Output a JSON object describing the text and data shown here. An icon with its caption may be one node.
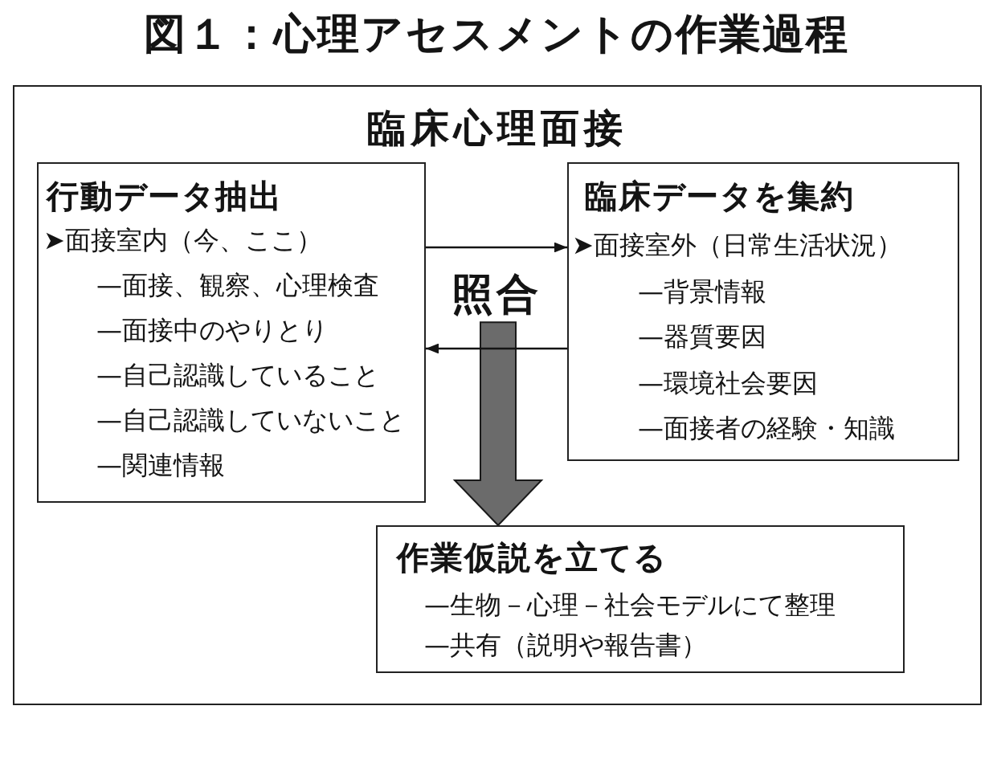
{
  "diagram": {
    "title": "図１：心理アセスメントの作業過程",
    "nodes": [
      {
        "text": [
          "臨床心理面接"
        ]
      },
      {
        "text": [
          "行動データ抽出",
          "➤面接室内（今、ここ）",
          "—面接、観察、心理検査",
          "—面接中のやりとり",
          "—自己認識していること",
          "—自己認識していないこと",
          "—関連情報"
        ],
        "in": 0
      },
      {
        "text": [
          "照合"
        ],
        "in": 0
      },
      {
        "text": [
          "臨床データを集約",
          "➤面接室外（日常生活状況）",
          "—背景情報",
          "—器質要因",
          "—環境社会要因",
          "—面接者の経験・知識"
        ],
        "in": 0
      },
      {
        "text": [
          "作業仮説を立てる",
          "—生物－心理－社会モデルにて整理",
          "—共有（説明や報告書）"
        ],
        "in": 0
      }
    ],
    "edges": [
      {
        "from": 1,
        "to": 3,
        "arrow": "to"
      },
      {
        "from": 3,
        "to": 1,
        "arrow": "to"
      },
      {
        "from": 2,
        "to": 4,
        "arrow": "to",
        "style": "thick",
        "color": "#6b6b6b"
      }
    ]
  }
}
